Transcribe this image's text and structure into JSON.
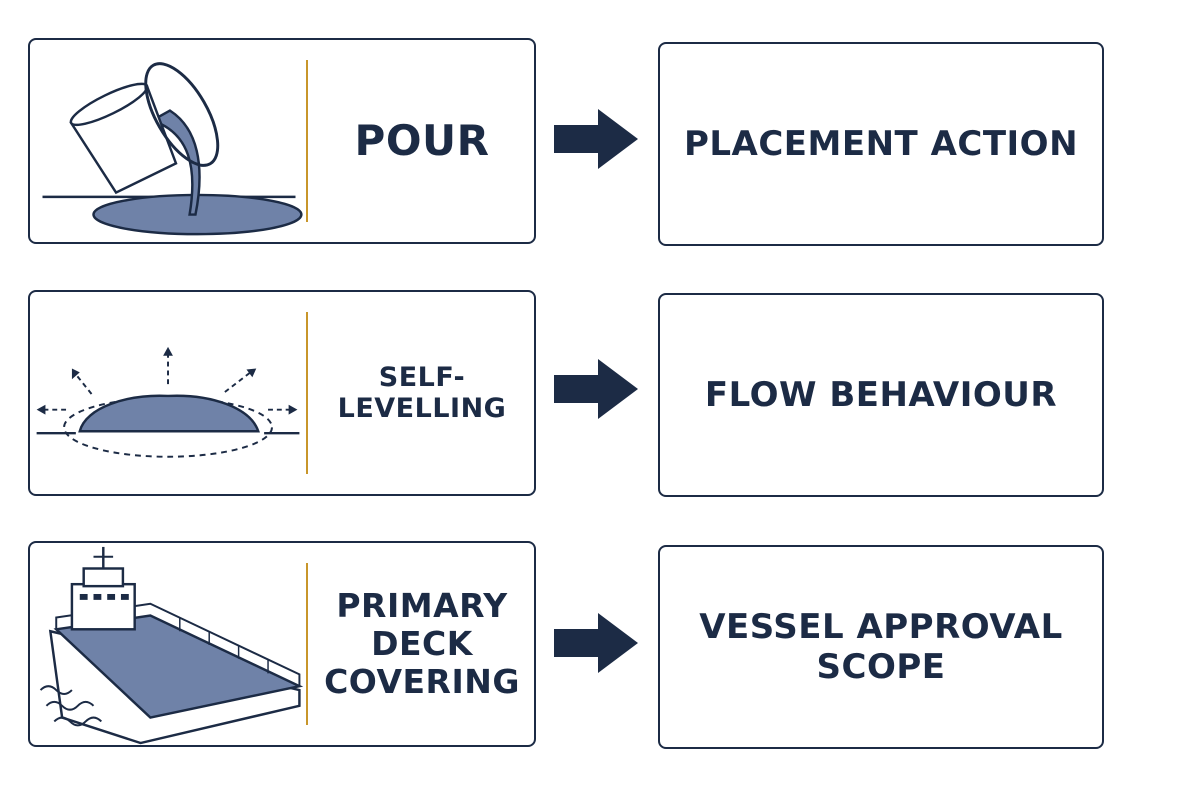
{
  "rows": [
    {
      "term": [
        "POUR"
      ],
      "meaning": "PLACEMENT ACTION",
      "icon": "pouring-bucket-icon"
    },
    {
      "term": [
        "SELF-LEVELLING"
      ],
      "meaning": "FLOW BEHAVIOUR",
      "icon": "spreading-puddle-icon"
    },
    {
      "term": [
        "PRIMARY",
        "DECK",
        "COVERING"
      ],
      "meaning": "VESSEL APPROVAL SCOPE",
      "icon": "ship-deck-icon"
    }
  ],
  "colors": {
    "navy": "#1c2b45",
    "fill": "#6f82a8",
    "divider": "#c8962b"
  }
}
